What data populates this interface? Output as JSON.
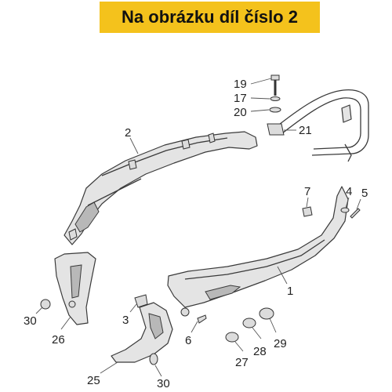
{
  "banner": {
    "text": "Na obrázku díl číslo 2"
  },
  "callouts": [
    {
      "id": "c19",
      "text": "19"
    },
    {
      "id": "c17",
      "text": "17"
    },
    {
      "id": "c20",
      "text": "20"
    },
    {
      "id": "c21",
      "text": "21"
    },
    {
      "id": "c2",
      "text": "2"
    },
    {
      "id": "c7",
      "text": "7"
    },
    {
      "id": "c4",
      "text": "4"
    },
    {
      "id": "c5",
      "text": "5"
    },
    {
      "id": "c1",
      "text": "1"
    },
    {
      "id": "c30a",
      "text": "30"
    },
    {
      "id": "c26",
      "text": "26"
    },
    {
      "id": "c3",
      "text": "3"
    },
    {
      "id": "c6",
      "text": "6"
    },
    {
      "id": "c27",
      "text": "27"
    },
    {
      "id": "c28",
      "text": "28"
    },
    {
      "id": "c29",
      "text": "29"
    },
    {
      "id": "c25",
      "text": "25"
    },
    {
      "id": "c30b",
      "text": "30"
    }
  ]
}
